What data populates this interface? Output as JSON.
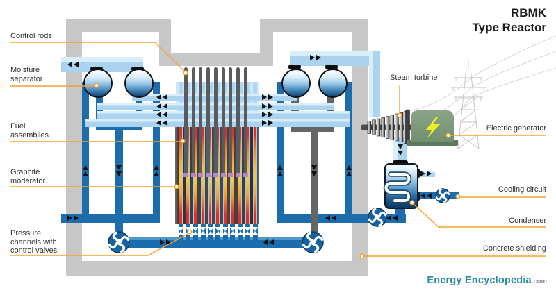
{
  "title": {
    "line1": "RBMK",
    "line2": "Type Reactor"
  },
  "labels": {
    "control_rods": "Control rods",
    "moisture_separator": "Moisture\nseparator",
    "fuel_assemblies": "Fuel\nassemblies",
    "graphite_moderator": "Graphite\nmoderator",
    "pressure_channels": "Pressure\nchannels with\ncontrol valves",
    "steam_turbine": "Steam turbine",
    "electric_generator": "Electric generator",
    "cooling_circuit": "Cooling circuit",
    "condenser": "Condenser",
    "concrete_shielding": "Concrete shielding"
  },
  "logo": {
    "text": "Energy Encyclopedia",
    "tld": ".com"
  },
  "colors": {
    "accent_orange": "#F5A12F",
    "logo_teal": "#2B8AA0",
    "concrete": "#C7C7C8",
    "steam_pipe": "#A9D3EE",
    "water_pipe": "#1B6DAD",
    "gray_pipe": "#646567",
    "generator_green": "#7D967B",
    "lightning_yellow": "#F2EB25",
    "fuel_red": "#E23028",
    "fuel_yellow": "#F7C843",
    "rod_tip_purple": "#B586C8",
    "title_color": "#1C1C1C"
  },
  "diagram": {
    "type": "schematic",
    "fuel_channels": 11,
    "control_rods": 9,
    "moisture_separators": 4,
    "circulation_pumps": 4,
    "control_valves": 11
  }
}
